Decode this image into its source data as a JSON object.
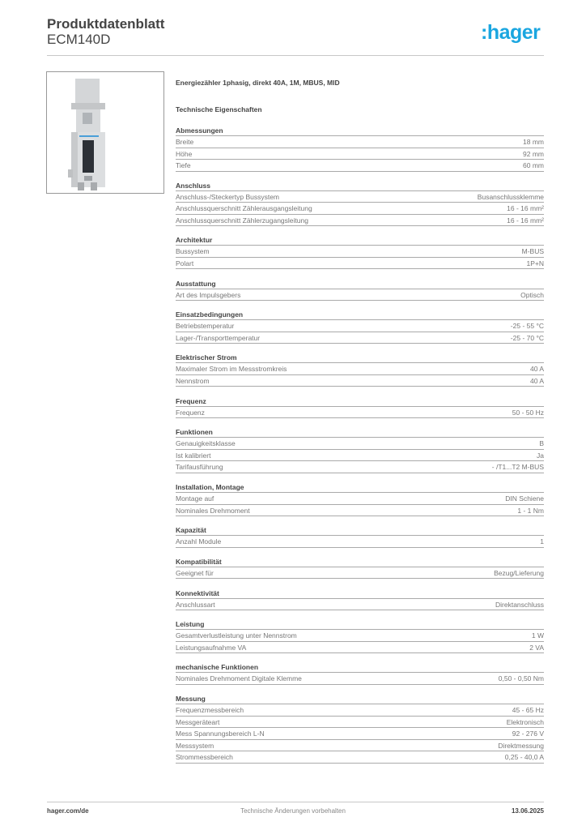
{
  "header": {
    "title": "Produktdatenblatt",
    "subtitle": "ECM140D",
    "logo": ":hager",
    "brand_color": "#1aa6e0"
  },
  "product": {
    "title": "Energiezähler 1phasig, direkt 40A, 1M, MBUS, MID",
    "section_label": "Technische Eigenschaften"
  },
  "sections": [
    {
      "heading": "Abmessungen",
      "rows": [
        [
          "Breite",
          "18 mm"
        ],
        [
          "Höhe",
          "92 mm"
        ],
        [
          "Tiefe",
          "60 mm"
        ]
      ]
    },
    {
      "heading": "Anschluss",
      "rows": [
        [
          "Anschluss-/Steckertyp Bussystem",
          "Busanschlussklemme"
        ],
        [
          "Anschlussquerschnitt Zählerausgangsleitung",
          "16 - 16 mm²"
        ],
        [
          "Anschlussquerschnitt Zählerzugangsleitung",
          "16 - 16 mm²"
        ]
      ]
    },
    {
      "heading": "Architektur",
      "rows": [
        [
          "Bussystem",
          "M-BUS"
        ],
        [
          "Polart",
          "1P+N"
        ]
      ]
    },
    {
      "heading": "Ausstattung",
      "rows": [
        [
          "Art des Impulsgebers",
          "Optisch"
        ]
      ]
    },
    {
      "heading": "Einsatzbedingungen",
      "rows": [
        [
          "Betriebstemperatur",
          "-25 - 55 °C"
        ],
        [
          "Lager-/Transporttemperatur",
          "-25 - 70 °C"
        ]
      ]
    },
    {
      "heading": "Elektrischer Strom",
      "rows": [
        [
          "Maximaler Strom im Messstromkreis",
          "40 A"
        ],
        [
          "Nennstrom",
          "40 A"
        ]
      ]
    },
    {
      "heading": "Frequenz",
      "rows": [
        [
          "Frequenz",
          "50 - 50 Hz"
        ]
      ]
    },
    {
      "heading": "Funktionen",
      "rows": [
        [
          "Genauigkeitsklasse",
          "B"
        ],
        [
          "Ist kalibriert",
          "Ja"
        ],
        [
          "Tarifausführung",
          "- /T1...T2 M-BUS"
        ]
      ]
    },
    {
      "heading": "Installation, Montage",
      "rows": [
        [
          "Montage auf",
          "DIN Schiene"
        ],
        [
          "Nominales Drehmoment",
          "1 - 1 Nm"
        ]
      ]
    },
    {
      "heading": "Kapazität",
      "rows": [
        [
          "Anzahl Module",
          "1"
        ]
      ]
    },
    {
      "heading": "Kompatibilität",
      "rows": [
        [
          "Geeignet für",
          "Bezug/Lieferung"
        ]
      ]
    },
    {
      "heading": "Konnektivität",
      "rows": [
        [
          "Anschlussart",
          "Direktanschluss"
        ]
      ]
    },
    {
      "heading": "Leistung",
      "rows": [
        [
          "Gesamtverlustleistung unter Nennstrom",
          "1 W"
        ],
        [
          "Leistungsaufnahme VA",
          "2 VA"
        ]
      ]
    },
    {
      "heading": "mechanische Funktionen",
      "rows": [
        [
          "Nominales Drehmoment Digitale Klemme",
          "0,50 - 0,50 Nm"
        ]
      ]
    },
    {
      "heading": "Messung",
      "rows": [
        [
          "Frequenzmessbereich",
          "45 - 65 Hz"
        ],
        [
          "Messgeräteart",
          "Elektronisch"
        ],
        [
          "Mess Spannungsbereich L-N",
          "92 - 276 V"
        ],
        [
          "Messsystem",
          "Direktmessung"
        ],
        [
          "Strommessbereich",
          "0,25 - 40,0 A"
        ]
      ]
    }
  ],
  "footer": {
    "website": "hager.com/de",
    "disclaimer": "Technische Änderungen vorbehalten",
    "date": "13.06.2025"
  }
}
